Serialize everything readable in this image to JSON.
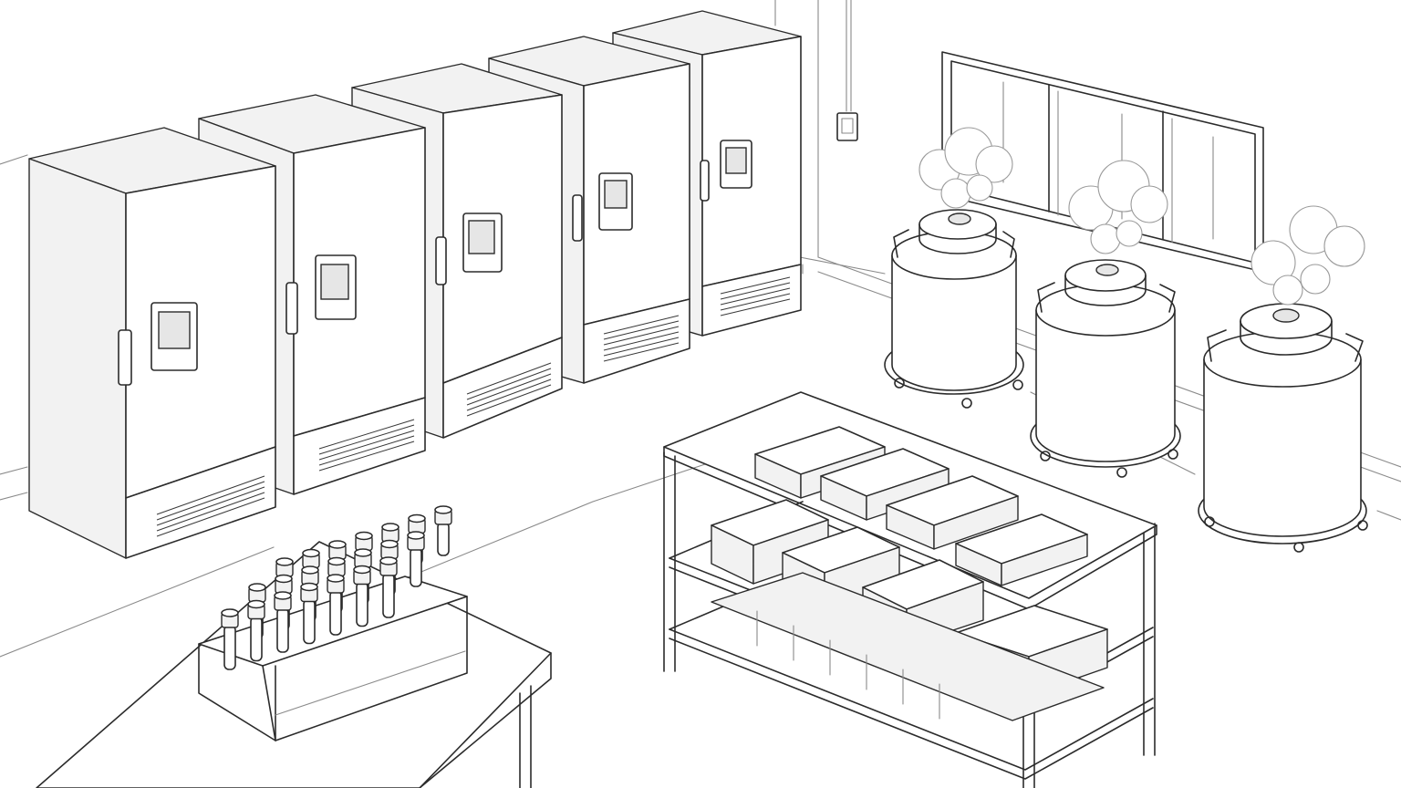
{
  "scene": {
    "kind": "line-art illustration",
    "palette": {
      "line": "#2b2b2b",
      "light_line": "#8a8a8a",
      "fill": "#ffffff",
      "shade": "#f2f2f2"
    },
    "objects": {
      "freezers": 5,
      "cryo_dewars": 3,
      "shelf_unit_levels": 3,
      "tube_rack_rows": 3,
      "tubes_per_row": 7,
      "window_panes": 3
    }
  }
}
